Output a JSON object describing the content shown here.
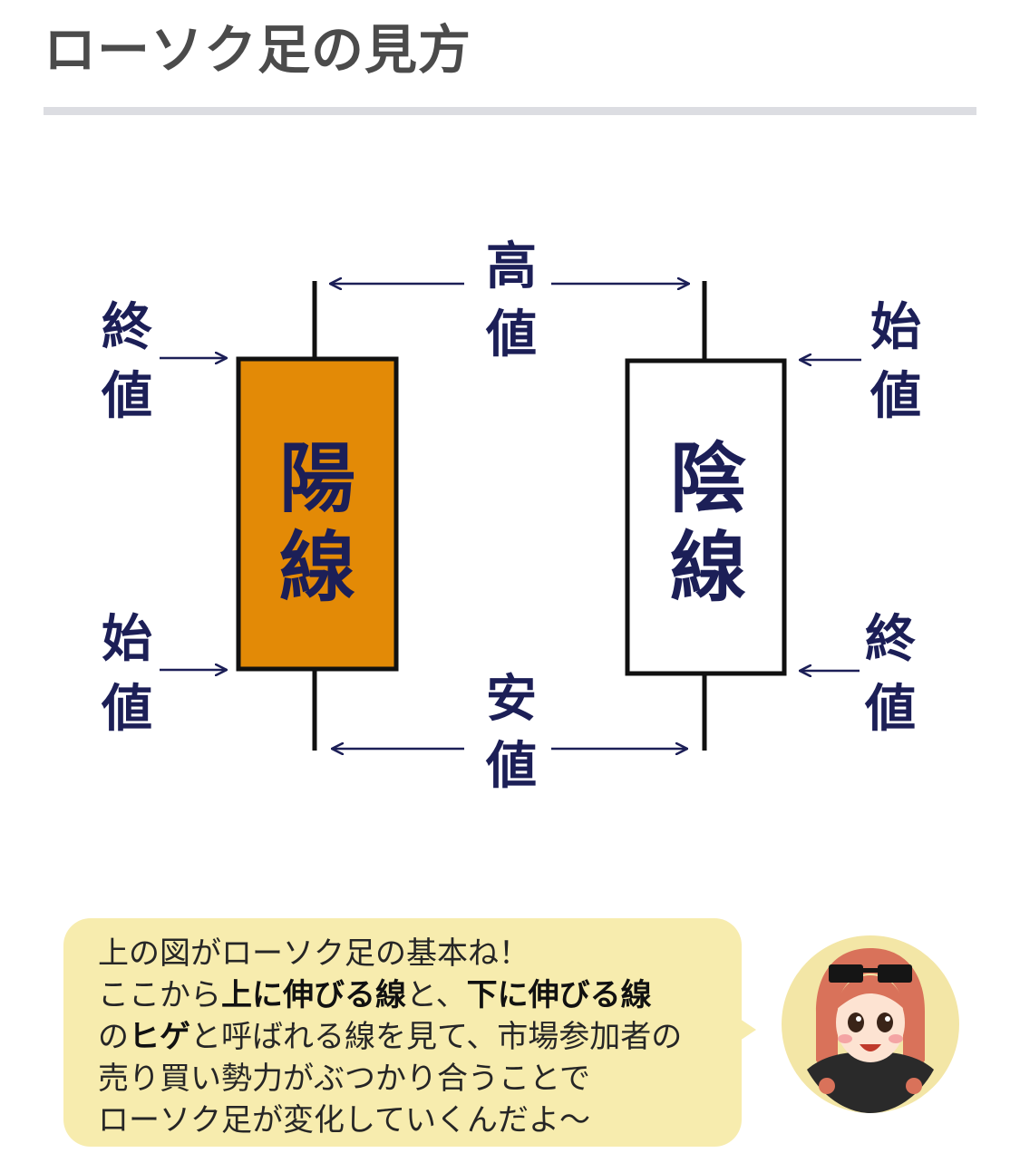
{
  "page": {
    "title": "ローソク足の見方"
  },
  "diagram": {
    "bullish": {
      "body_label_1": "陽",
      "body_label_2": "線",
      "body_color": "#e38a06",
      "top_label": [
        "終",
        "値"
      ],
      "bottom_label": [
        "始",
        "値"
      ]
    },
    "bearish": {
      "body_label_1": "陰",
      "body_label_2": "線",
      "body_color": "#ffffff",
      "top_label": [
        "始",
        "値"
      ],
      "bottom_label": [
        "終",
        "値"
      ]
    },
    "high_label": [
      "高",
      "値"
    ],
    "low_label": [
      "安",
      "値"
    ],
    "label_color": "#1c1f57",
    "outline_color": "#111111"
  },
  "speech": {
    "lines": [
      [
        {
          "text": "上の図がローソク足の基本ね！",
          "bold": false
        }
      ],
      [
        {
          "text": "ここから",
          "bold": false
        },
        {
          "text": "上に伸びる線",
          "bold": true
        },
        {
          "text": "と、",
          "bold": false
        },
        {
          "text": "下に伸びる線",
          "bold": true
        }
      ],
      [
        {
          "text": "の",
          "bold": false
        },
        {
          "text": "ヒゲ",
          "bold": true
        },
        {
          "text": "と呼ばれる線を見て、市場参加者の",
          "bold": false
        }
      ],
      [
        {
          "text": "売り買い勢力がぶつかり合うことで",
          "bold": false
        }
      ],
      [
        {
          "text": "ローソク足が変化していくんだよ〜",
          "bold": false
        }
      ]
    ],
    "bubble_color": "#f7ecae"
  },
  "avatar": {
    "icon": "girl-character-avatar-icon",
    "background": "#f3e6a6"
  }
}
